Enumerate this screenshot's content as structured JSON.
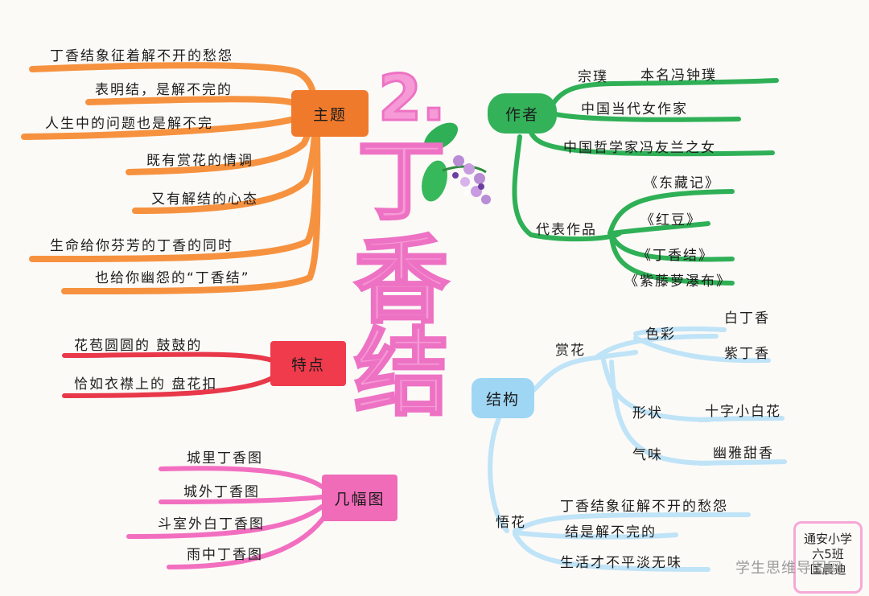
{
  "title": {
    "number": "2.",
    "chars": [
      "丁",
      "香",
      "结"
    ]
  },
  "theme": {
    "label": "主题",
    "color": "#f6923f",
    "items": [
      "丁香结象征着解不开的愁怨",
      "表明结，是解不完的",
      "人生中的问题也是解不完",
      "既有赏花的情调",
      "又有解结的心态",
      "生命给你芬芳的丁香的同时",
      "也给你幽怨的“丁香结”"
    ]
  },
  "features": {
    "label": "特点",
    "color": "#e8384a",
    "items": [
      "花苞圆圆的 鼓鼓的",
      "恰如衣襟上的 盘花扣"
    ]
  },
  "pictures": {
    "label": "几幅图",
    "color": "#f26fc0",
    "items": [
      "城里丁香图",
      "城外丁香图",
      "斗室外白丁香图",
      "雨中丁香图"
    ]
  },
  "author": {
    "label": "作者",
    "color": "#2fb056",
    "name": "宗璞",
    "real_name": "本名冯钟璞",
    "facts": [
      "中国当代女作家",
      "中国哲学家冯友兰之女"
    ],
    "works_label": "代表作品",
    "works": [
      "《东藏记》",
      "《红豆》",
      "《丁香结》",
      "《紫藤萝瀑布》"
    ]
  },
  "structure": {
    "label": "结构",
    "color": "#8fd0f2",
    "appreciate": {
      "label": "赏花",
      "color": {
        "label": "色彩",
        "values": [
          "白丁香",
          "紫丁香"
        ]
      },
      "shape": {
        "label": "形状",
        "value": "十字小白花"
      },
      "scent": {
        "label": "气味",
        "value": "幽雅甜香"
      }
    },
    "insight": {
      "label": "悟花",
      "items": [
        "丁香结象征解不开的愁怨",
        "结是解不完的",
        "生活才不平淡无味"
      ]
    }
  },
  "signature": {
    "school": "通安小学",
    "class": "六5班",
    "name": "匡晨迪"
  },
  "watermark": "学生思维导图网"
}
